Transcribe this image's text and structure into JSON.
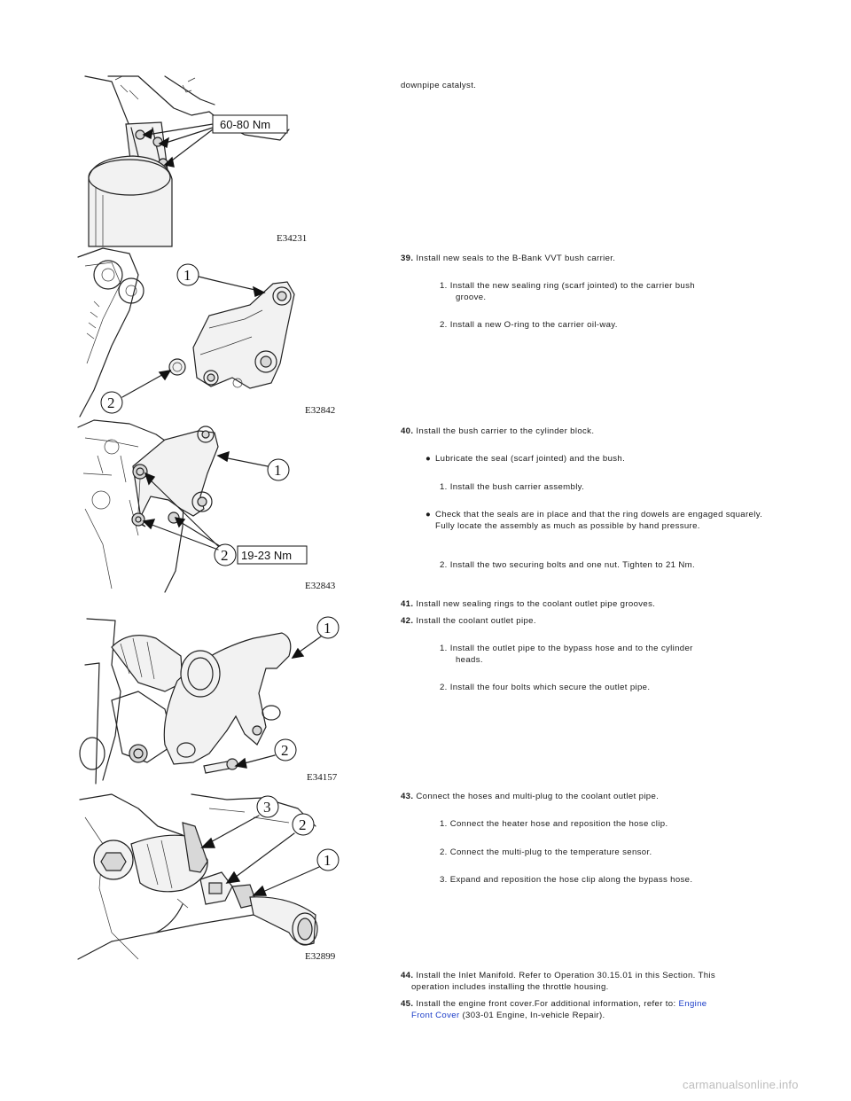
{
  "figures": {
    "fig1": {
      "code": "E34231",
      "torque": "60-80 Nm"
    },
    "fig2": {
      "code": "E32842",
      "callout_1": "1",
      "callout_2": "2"
    },
    "fig3": {
      "code": "E32843",
      "callout_1": "1",
      "callout_2": "2",
      "torque": "19-23 Nm"
    },
    "fig4": {
      "code": "E34157",
      "callout_1": "1",
      "callout_2": "2"
    },
    "fig5": {
      "code": "E32899",
      "callout_1": "1",
      "callout_2": "2",
      "callout_3": "3"
    }
  },
  "text": {
    "intro": "downpipe catalyst.",
    "s39": {
      "num": "39.",
      "text": "Install new seals to the B-Bank VVT bush carrier."
    },
    "s39_1a": "1. Install the new sealing ring (scarf jointed) to the carrier bush",
    "s39_1b": "groove.",
    "s39_2": "2. Install a new O-ring to the carrier oil-way.",
    "s40": {
      "num": "40.",
      "text": "Install the bush carrier to the cylinder block."
    },
    "s40_b1": "Lubricate the seal (scarf jointed) and the bush.",
    "s40_1": "1. Install the bush carrier assembly.",
    "s40_b2": "Check that the seals are in place and that the ring dowels are engaged squarely. Fully locate the assembly as much as possible by hand pressure.",
    "s40_2": "2. Install the two securing bolts and one nut. Tighten to 21 Nm.",
    "s41": {
      "num": "41.",
      "text": "Install new sealing rings to the coolant outlet pipe grooves."
    },
    "s42": {
      "num": "42.",
      "text": "Install the coolant outlet pipe."
    },
    "s42_1a": "1. Install the outlet pipe to the bypass hose and to the cylinder",
    "s42_1b": "heads.",
    "s42_2": "2. Install the four bolts which secure the outlet pipe.",
    "s43": {
      "num": "43.",
      "text": "Connect the hoses and multi-plug to the coolant outlet pipe."
    },
    "s43_1": "1. Connect the heater hose and reposition the hose clip.",
    "s43_2": "2. Connect the multi-plug to the temperature sensor.",
    "s43_3": "3. Expand and reposition the hose clip along the bypass hose.",
    "s44": {
      "num": "44.",
      "line1": "Install the Inlet Manifold. Refer to Operation 30.15.01 in this Section. This",
      "line2": "operation includes installing the throttle housing."
    },
    "s45": {
      "num": "45.",
      "pre": "Install the engine front cover.For additional information, refer to: ",
      "link1": "Engine",
      "link2": "Front Cover",
      "post": " (303-01 Engine, In-vehicle Repair)."
    }
  },
  "bullet_symbol": "●",
  "watermark": "carmanualsonline.info",
  "colors": {
    "link": "#1a3cc8",
    "watermark": "#bdbdbd"
  }
}
